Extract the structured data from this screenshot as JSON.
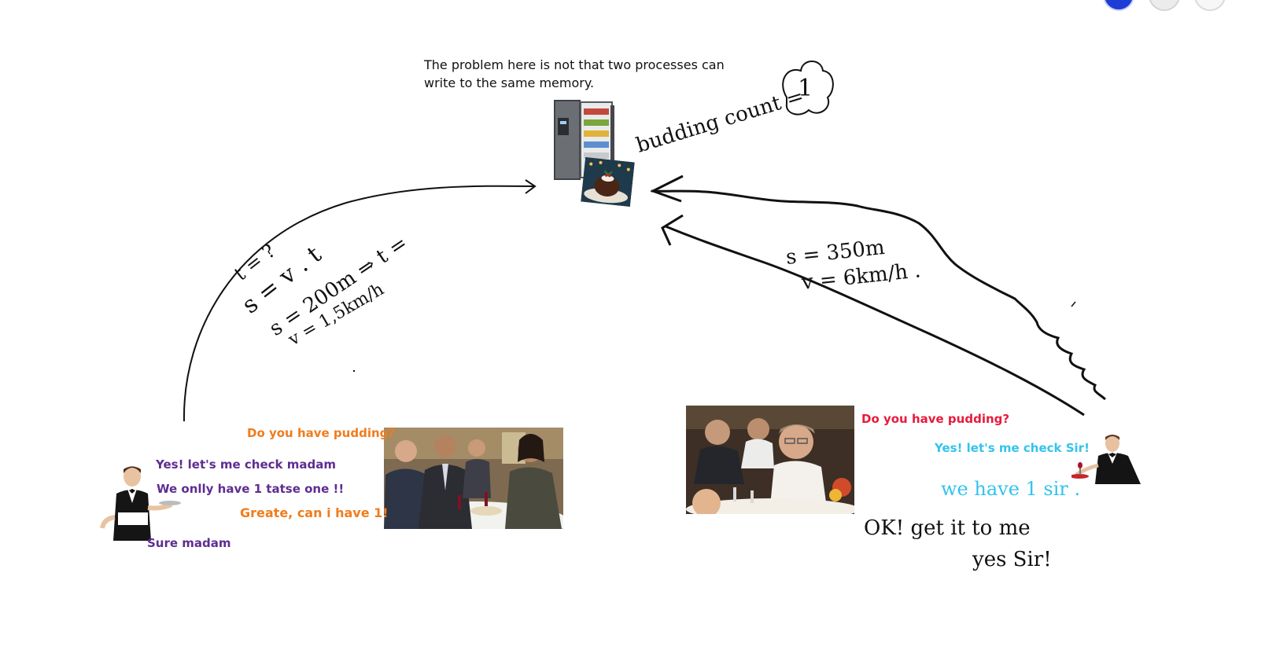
{
  "note": {
    "line1": "The problem here is not that two processes can",
    "line2": "write to the same memory."
  },
  "handwriting": {
    "pudding_count": "budding count = ",
    "count_value": "1",
    "left_formula_1": "t = ?",
    "left_formula_2": "s = v . t",
    "left_formula_3": "s = 200m ⇒ t =",
    "left_formula_4": "v = 1,5km/h",
    "right_formula_1": "s = 350m",
    "right_formula_2": "v = 6km/h .",
    "we_have": "we have 1 sir .",
    "ok_get": "OK! get it to me",
    "yes_sir": "yes Sir!"
  },
  "left_dialogue": {
    "q1": "Do you have pudding?",
    "a1": "Yes! let's me check madam",
    "a2": "We onlly have 1 tatse one !!",
    "q2": "Greate, can i have 1!",
    "a3": "Sure madam"
  },
  "right_dialogue": {
    "q1": "Do you have pudding?",
    "a1": "Yes! let's me check Sir!"
  },
  "colors": {
    "ink": "#111111",
    "orange": "#f07c1c",
    "purple": "#5e2d91",
    "red": "#e81a3b",
    "cyan": "#33c3ee",
    "blue_dot": "#1e3cd6",
    "grey_dot": "#d4d4d4"
  },
  "images": {
    "fridge": "fridge-image",
    "pudding": "pudding-image",
    "left_waiter": "waiter-left-image",
    "left_diners": "restaurant-diners-left-image",
    "right_diners": "restaurant-diners-right-image",
    "right_waiter": "waiter-right-image"
  }
}
